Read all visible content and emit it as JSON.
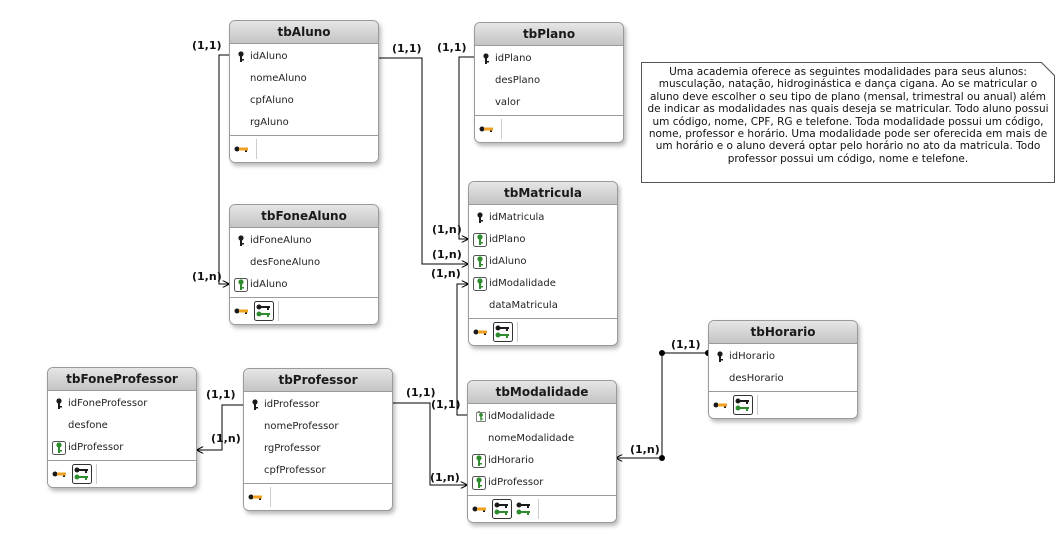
{
  "entities": {
    "tbAluno": {
      "name": "tbAluno",
      "fields": [
        "idAluno",
        "nomeAluno",
        "cpfAluno",
        "rgAluno"
      ]
    },
    "tbFoneAluno": {
      "name": "tbFoneAluno",
      "fields": [
        "idFoneAluno",
        "desFoneAluno",
        "idAluno"
      ]
    },
    "tbPlano": {
      "name": "tbPlano",
      "fields": [
        "idPlano",
        "desPlano",
        "valor"
      ]
    },
    "tbMatricula": {
      "name": "tbMatricula",
      "fields": [
        "idMatricula",
        "idPlano",
        "idAluno",
        "idModalidade",
        "dataMatricula"
      ]
    },
    "tbFoneProfessor": {
      "name": "tbFoneProfessor",
      "fields": [
        "idFoneProfessor",
        "desfone",
        "idProfessor"
      ]
    },
    "tbProfessor": {
      "name": "tbProfessor",
      "fields": [
        "idProfessor",
        "nomeProfessor",
        "rgProfessor",
        "cpfProfessor"
      ]
    },
    "tbModalidade": {
      "name": "tbModalidade",
      "fields": [
        "idModalidade",
        "nomeModalidade",
        "idHorario",
        "idProfessor"
      ]
    },
    "tbHorario": {
      "name": "tbHorario",
      "fields": [
        "idHorario",
        "desHorario"
      ]
    }
  },
  "cardinalities": {
    "aluno_fone_one": "(1,1)",
    "aluno_fone_many": "(1,n)",
    "aluno_matricula_one": "(1,1)",
    "aluno_matricula_many": "(1,n)",
    "plano_matricula_one": "(1,1)",
    "plano_matricula_many": "(1,n)",
    "modalidade_matricula_many": "(1,n)",
    "modalidade_matricula_one": "(1,1)",
    "professor_fone_one": "(1,1)",
    "professor_fone_many": "(1,n)",
    "professor_modalidade_one": "(1,1)",
    "professor_modalidade_many": "(1,n)",
    "horario_modalidade_one": "(1,1)",
    "horario_modalidade_many": "(1,n)"
  },
  "note": {
    "text": "Uma academia oferece as seguintes modalidades para seus alunos: musculação, natação, hidroginástica e dança cigana. Ao se matricular o aluno deve escolher o seu tipo de plano (mensal, trimestral ou anual) além de indicar as modalidades nas quais deseja se matricular. Todo aluno possui um código, nome, CPF, RG e telefone. Toda modalidade possui um código, nome, professor e horário. Uma modalidade pode ser oferecida em mais de um horário e o aluno deverá optar pelo horário no ato da matricula. Todo professor possui um código, nome e telefone."
  },
  "colors": {
    "pk_key": "#1b1b1b",
    "fk_key": "#2e8b2e",
    "index_key": "#f0a020",
    "line": "#000000"
  },
  "icons": {
    "primary_key": "key-icon",
    "foreign_key": "foreign-key-icon",
    "index": "index-key-icon",
    "foreign_index": "foreign-index-icon"
  }
}
